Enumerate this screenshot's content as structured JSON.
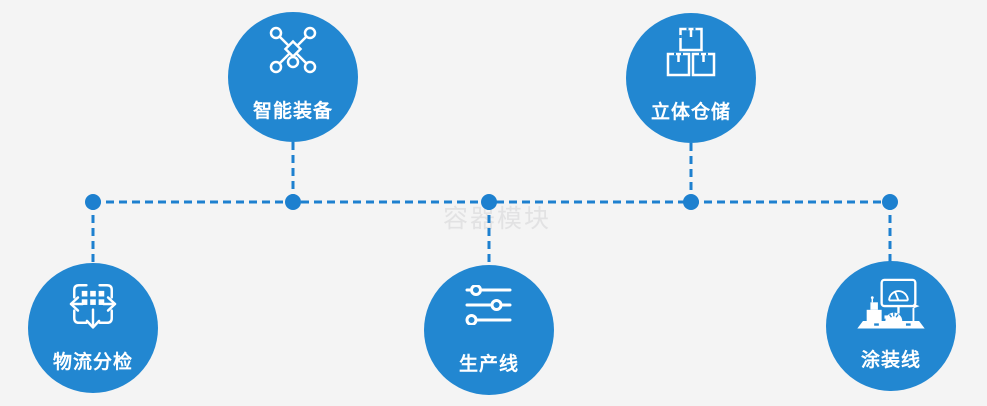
{
  "diagram": {
    "watermark": {
      "text": "容器模块"
    },
    "nodes": [
      {
        "id": "smart-equipment",
        "label": "智能装备",
        "icon": "network-nodes-icon",
        "row": "top"
      },
      {
        "id": "stereo-warehouse",
        "label": "立体仓储",
        "icon": "stacked-boxes-icon",
        "row": "top"
      },
      {
        "id": "logistics-sorting",
        "label": "物流分检",
        "icon": "sort-distribute-icon",
        "row": "bottom"
      },
      {
        "id": "production-line",
        "label": "生产线",
        "icon": "sliders-icon",
        "row": "bottom"
      },
      {
        "id": "painting-line",
        "label": "涂装线",
        "icon": "control-console-icon",
        "row": "bottom"
      }
    ],
    "colors": {
      "node_blue": "#2287d1",
      "connector_blue": "#1d80cf",
      "background": "#f4f4f4",
      "watermark_gray": "#e2e2e3",
      "icon_white": "#ffffff"
    }
  }
}
